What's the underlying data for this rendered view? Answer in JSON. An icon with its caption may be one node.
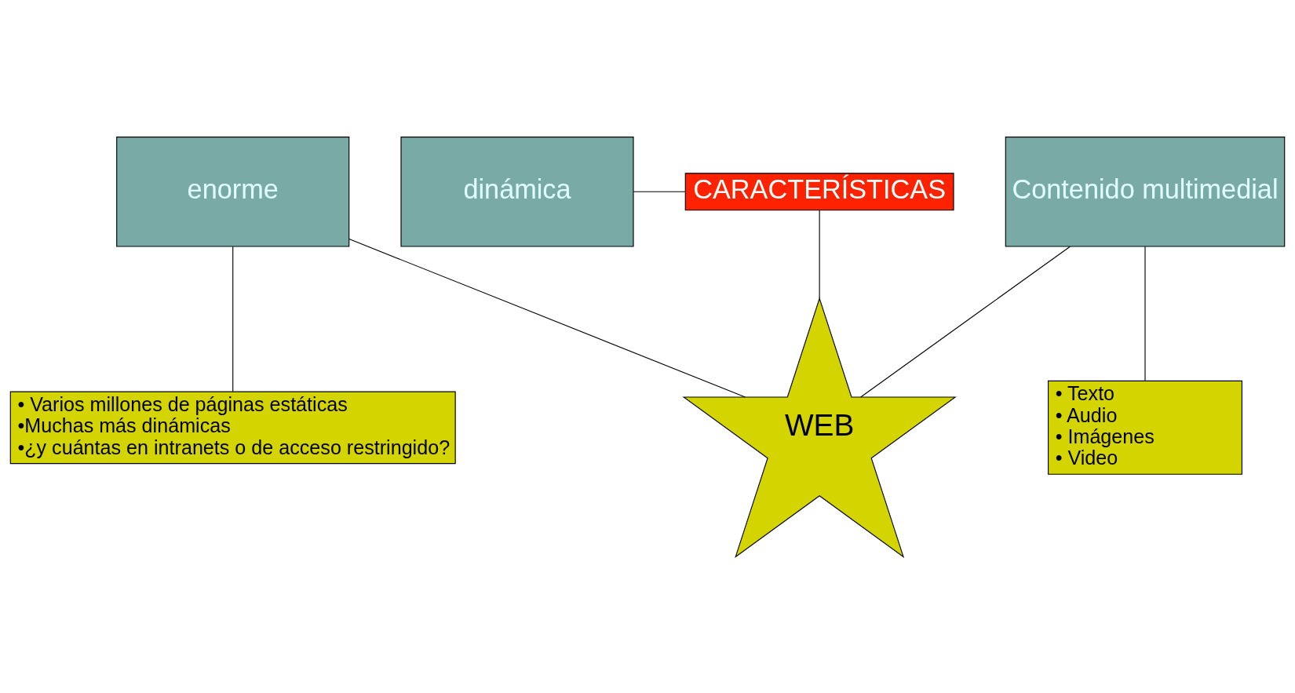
{
  "diagram": {
    "nodes": [
      {
        "text": [
          "CARACTERÍSTICAS"
        ]
      },
      {
        "text": [
          "dinámica"
        ]
      },
      {
        "text": [
          "enorme"
        ]
      },
      {
        "text": [
          "WEB"
        ]
      },
      {
        "text": [
          "Contenido multimedial"
        ]
      },
      {
        "text": [
          "• Varios millones de páginas estáticas",
          "•Muchas más dinámicas",
          "•¿y cuántas en intranets o de acceso restringido?"
        ]
      },
      {
        "text": [
          "• Texto",
          "• Audio",
          "• Imágenes",
          "• Video"
        ]
      }
    ],
    "edges": [
      {
        "from": 1,
        "to": 0,
        "arrow": "none"
      },
      {
        "from": 0,
        "to": 3,
        "arrow": "none"
      },
      {
        "from": 3,
        "to": 2,
        "arrow": "none"
      },
      {
        "from": 4,
        "to": 3,
        "arrow": "none"
      },
      {
        "from": 2,
        "to": 5,
        "arrow": "none"
      },
      {
        "from": 4,
        "to": 6,
        "arrow": "none"
      }
    ]
  }
}
